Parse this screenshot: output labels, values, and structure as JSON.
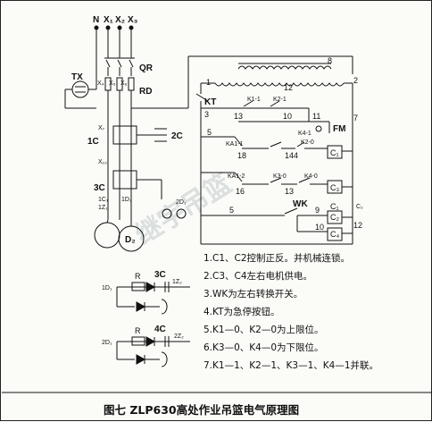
{
  "caption": "图七 ZLP630高处作业吊篮电气原理图",
  "watermark": "继宇吊篮",
  "labels": {
    "n": "N",
    "x1": "X₁",
    "x2": "X₂",
    "x3": "X₃",
    "qr": "QR",
    "rd": "RD",
    "tx": "TX",
    "kt": "KT",
    "fm": "FM",
    "wk": "WK",
    "x4": "X₄",
    "x5": "X₅",
    "x6": "X₆",
    "x7": "X₇",
    "x10": "X₁₀",
    "c1_contactor": "1C",
    "c2_contactor": "2C",
    "c3_contactor": "3C",
    "c4_contactor": "4C",
    "c1": "C₁",
    "c2": "C₂",
    "c3": "C₃",
    "c4": "C₄",
    "k1_1": "K1-1",
    "k2_1": "K2-1",
    "k2_0": "K2-0",
    "k3_0": "K3-0",
    "k4_0": "K4-0",
    "k4_1": "K4-1",
    "ka1_1": "KA1-1",
    "ka1_2": "KA1-2",
    "r": "R",
    "d2": "D₂",
    "d1_1": "1D₁",
    "d1_2": "1D₂",
    "d2_1": "2D₁",
    "c1_1": "1C₁",
    "z1_1": "1Z₁",
    "z1_2": "1Z₂",
    "z2_2": "2Z₂"
  },
  "nodes": {
    "n1": "1",
    "n2": "2",
    "n3": "3",
    "n4": "4",
    "n5": "5",
    "n7": "7",
    "n8": "8",
    "n9": "9",
    "n10": "10",
    "n11": "11",
    "n12": "12",
    "n13": "13",
    "n14": "14",
    "n16": "16",
    "n18": "18"
  },
  "notes": [
    "1.C1、C2控制正反。并机械连锁。",
    "2.C3、C4左右电机供电。",
    "3.WK为左右转换开关。",
    "4.KT为急停按钮。",
    "5.K1—0、K2—0为上限位。",
    "6.K3—0、K4—0为下限位。",
    "7.K1—1、K2—1、K3—1、K4—1并联。"
  ]
}
